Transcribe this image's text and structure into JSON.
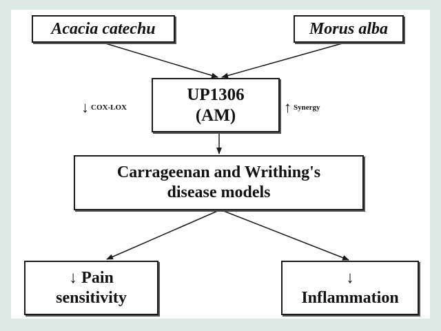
{
  "nodes": {
    "acacia": "Acacia catechu",
    "morus": "Morus alba",
    "up1306_line1": "UP1306",
    "up1306_line2": "(AM)",
    "models_line1": "Carrageenan and Writhing's",
    "models_line2": "disease models",
    "pain_line1": "↓ Pain",
    "pain_line2": "sensitivity",
    "inflammation_arrow": "↓",
    "inflammation_text": "Inflammation"
  },
  "side_labels": {
    "cox_arrow": "↓",
    "cox_text": "COX-LOX",
    "synergy_arrow": "↑",
    "synergy_text": "Synergy"
  },
  "colors": {
    "background": "#dde9e4",
    "stroke": "#1a1a1a"
  }
}
